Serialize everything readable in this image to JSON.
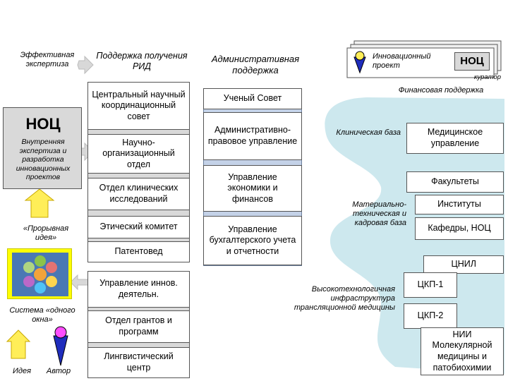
{
  "left": {
    "expertise": "Эффективная экспертиза",
    "noc_title": "НОЦ",
    "noc_desc": "Внутренняя экспертиза и разработка инновационных проектов",
    "breakthrough": "«Прорывная идея»",
    "single_window": "Система «одного окна»",
    "idea": "Идея",
    "author": "Автор"
  },
  "support": {
    "title": "Поддержка получения РИД",
    "items": [
      "Центральный научный координационный совет",
      "Научно-организационный отдел",
      "Отдел клинических исследований",
      "Этический комитет",
      "Патентовед"
    ],
    "lower": [
      "Управление иннов. деятельн.",
      "Отдел грантов и программ",
      "Лингвистический центр"
    ]
  },
  "admin": {
    "title": "Административная поддержка",
    "items": [
      "Ученый Совет",
      "Административно-правовое управление",
      "Управление экономики и финансов",
      "Управление бухгалтерского учета и отчетности"
    ]
  },
  "right": {
    "project": "Инновационный проект",
    "noc": "НОЦ",
    "curator": "куратор",
    "finance": "Финансовая поддержка",
    "clinical": "Клиническая база",
    "medical": "Медицинское управление",
    "faculties": "Факультеты",
    "material": "Материально-техническая и кадровая база",
    "institutes": "Институты",
    "departments": "Кафедры, НОЦ",
    "tsnil": "ЦНИЛ",
    "hightech": "Высокотехнологичная инфраструктура трансляционной медицины",
    "ckp1": "ЦКП-1",
    "ckp2": "ЦКП-2",
    "nii": "НИИ Молекулярной медицины и патобиохимии"
  },
  "colors": {
    "grey": "#d9d9d9",
    "blue": "#c4d2e8",
    "teal": "#cde8ee",
    "yellow": "#ffff00",
    "arrow_yellow": "#ffee58",
    "magenta": "#ff4dff",
    "navy": "#1f2dbd"
  }
}
